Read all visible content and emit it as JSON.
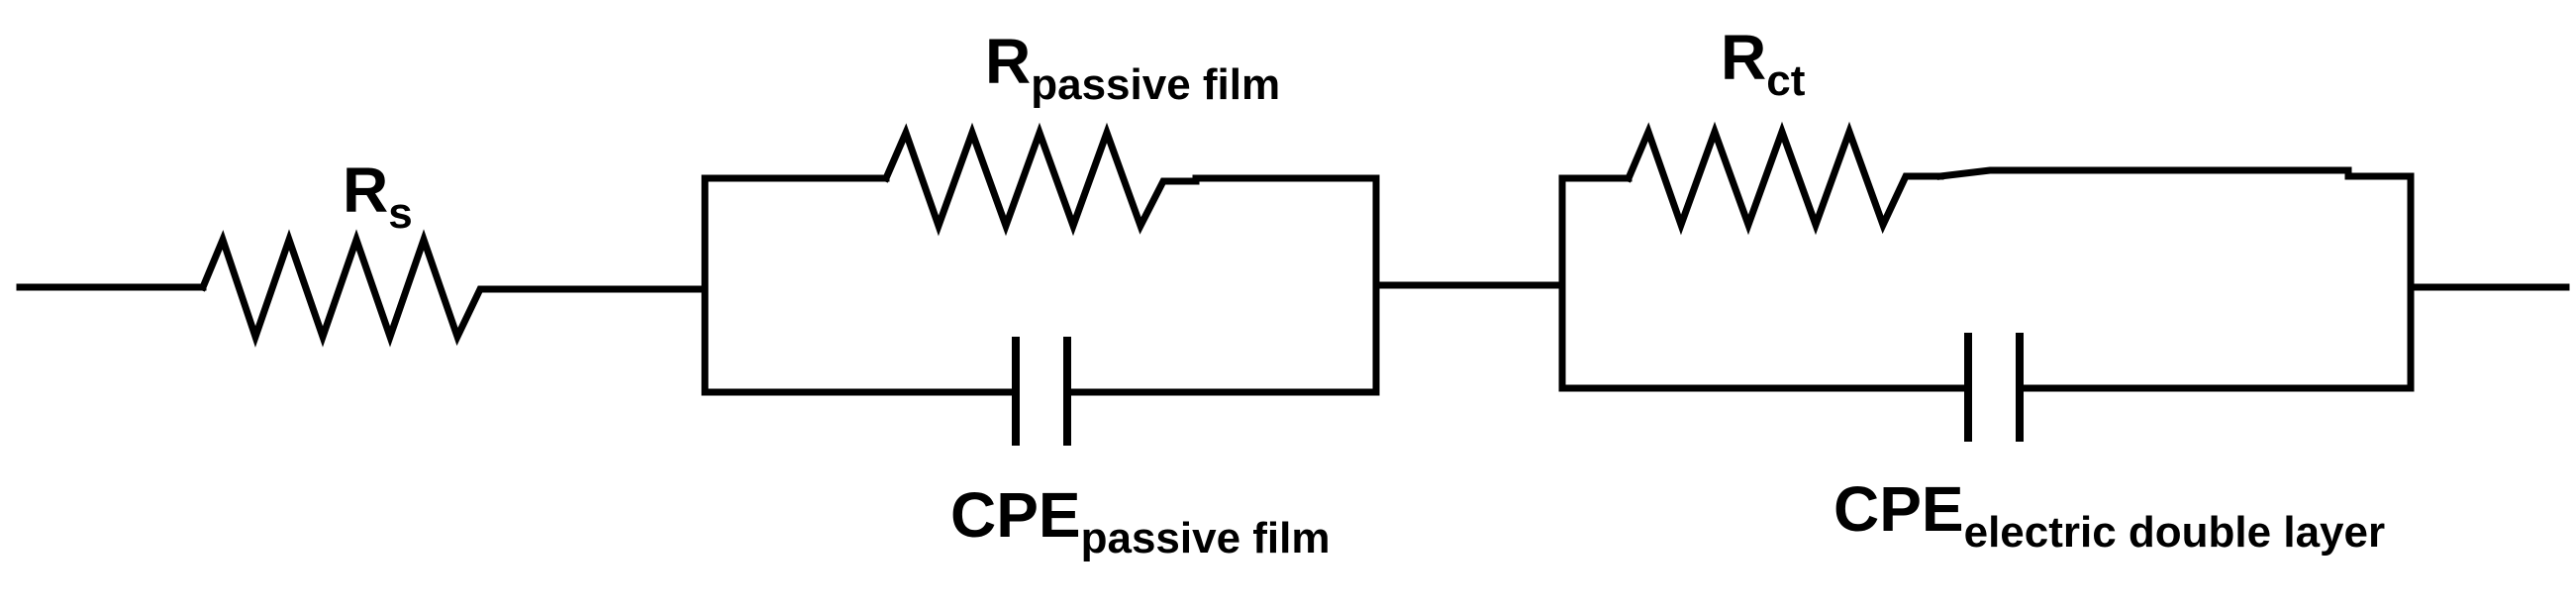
{
  "diagram": {
    "type": "equivalent-circuit",
    "line_color": "#000000",
    "background": "#ffffff",
    "components": {
      "rs": {
        "symbol": "resistor",
        "label_main": "R",
        "label_sub": "s"
      },
      "r_passive": {
        "symbol": "resistor",
        "label_main": "R",
        "label_sub": "passive film"
      },
      "cpe_passive": {
        "symbol": "constant-phase-element",
        "label_main": "CPE",
        "label_sub": "passive film"
      },
      "rct": {
        "symbol": "resistor",
        "label_main": "R",
        "label_sub": "ct"
      },
      "cpe_edl": {
        "symbol": "constant-phase-element",
        "label_main": "CPE",
        "label_sub": "electric double layer"
      }
    }
  }
}
